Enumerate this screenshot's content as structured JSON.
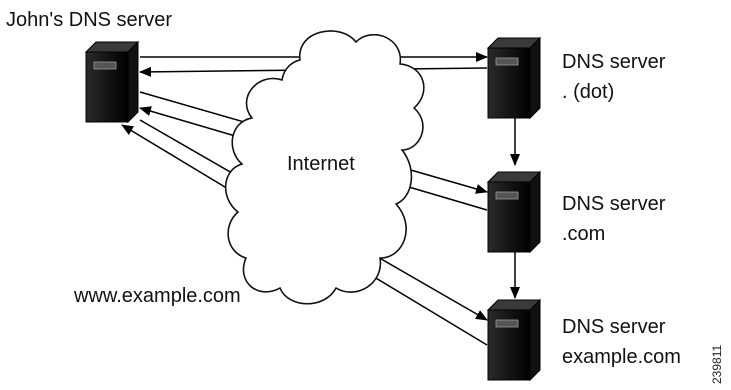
{
  "diagram": {
    "johns_server_label": "John's DNS server",
    "cloud_label": "Internet",
    "query_label": "www.example.com",
    "root_server": {
      "line1": "DNS server",
      "line2": ". (dot)"
    },
    "com_server": {
      "line1": "DNS server",
      "line2": ".com"
    },
    "example_server": {
      "line1": "DNS server",
      "line2": "example.com"
    },
    "figure_id": "239811"
  },
  "icons": {
    "server": "server-tower-icon",
    "cloud": "cloud-icon"
  }
}
